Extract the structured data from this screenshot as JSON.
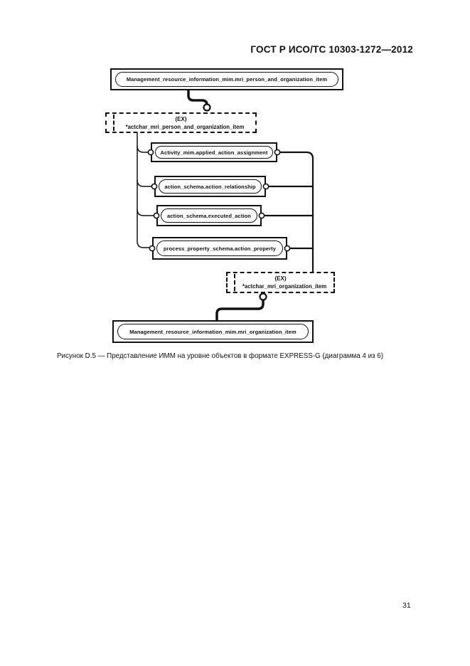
{
  "page": {
    "header": "ГОСТ Р ИСО/ТС 10303-1272—2012",
    "caption": "Рисунок D.5 — Представление ИММ на уровне объектов в формате EXPRESS-G (диаграмма 4 из 6)",
    "page_number": "31"
  },
  "diagram": {
    "top_entity": "Management_resource_information_mim.mri_person_and_organization_item",
    "ref_top": {
      "tag": "(EX)",
      "label": "*actchar_mri_person_and_organization_item"
    },
    "entities": [
      "Activity_mim.applied_action_assignment",
      "action_schema.action_relationship",
      "action_schema.executed_action",
      "process_property_schema.action_property"
    ],
    "ref_bottom": {
      "tag": "(EX)",
      "label": "*actchar_mri_organization_item"
    },
    "bottom_entity": "Management_resource_information_mim.mri_organization_item"
  }
}
